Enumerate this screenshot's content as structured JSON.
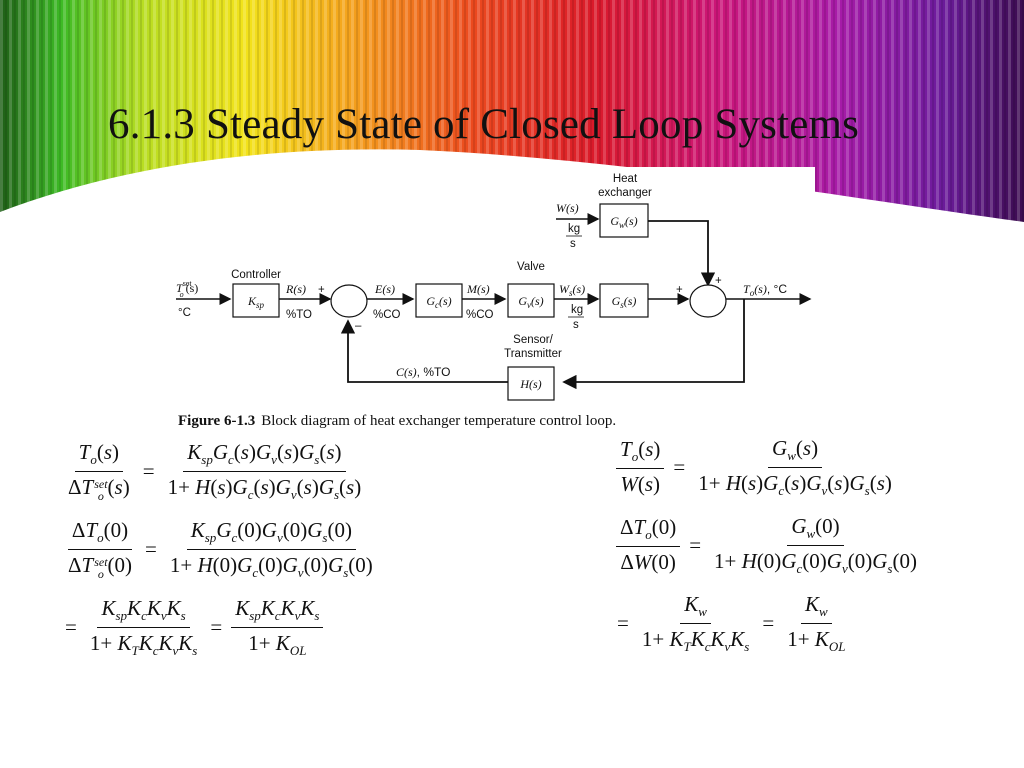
{
  "slide": {
    "title": "6.1.3 Steady State of Closed Loop Systems"
  },
  "diagram": {
    "label_heat_exchanger_1": "Heat",
    "label_heat_exchanger_2": "exchanger",
    "label_controller": "Controller",
    "label_valve": "Valve",
    "label_sensor_1": "Sensor/",
    "label_sensor_2": "Transmitter",
    "unit_c": "°C",
    "unit_to": "%TO",
    "unit_co_1": "%CO",
    "unit_co_2": "%CO",
    "unit_kg_1": "kg",
    "unit_s_1": "s",
    "unit_kg_2": "kg",
    "unit_s_2": "s",
    "output_unit": ", °C",
    "feedback_unit": ", %TO",
    "caption_bold": "Figure 6-1.3",
    "caption_text": "Block diagram of heat exchanger temperature control loop."
  },
  "colors": {
    "banner": [
      "#1a5a14",
      "#3fbf2a",
      "#c9e021",
      "#f4e21a",
      "#f2a11c",
      "#e8421d",
      "#d8172d",
      "#c8127a",
      "#9e1aa6",
      "#6b1aa0",
      "#3d0a52"
    ]
  }
}
